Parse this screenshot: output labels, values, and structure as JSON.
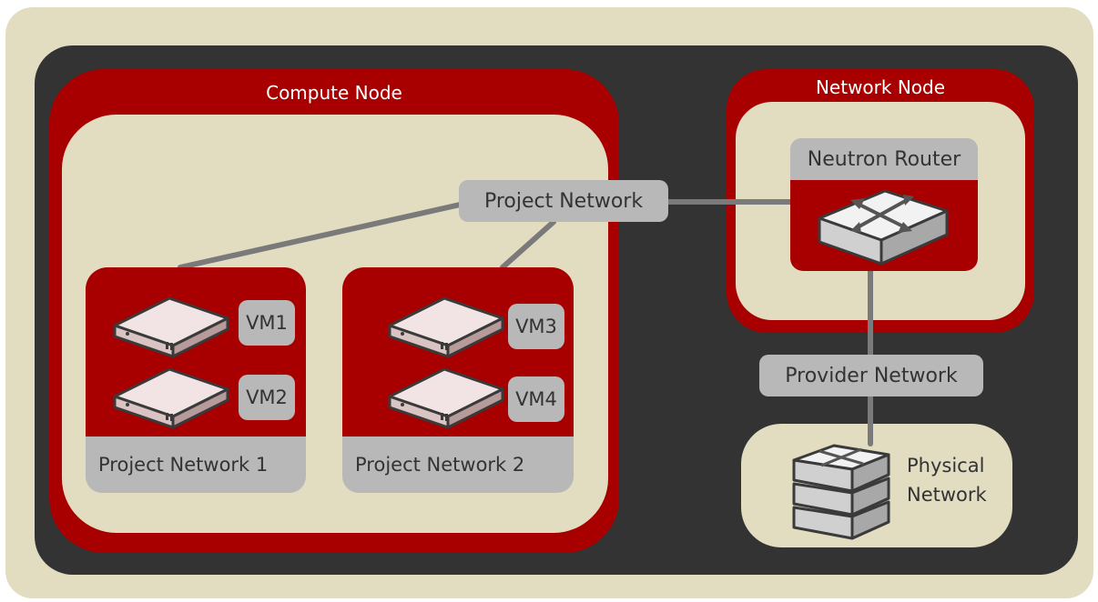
{
  "compute_node": {
    "title": "Compute Node",
    "project_network": "Project Network",
    "groups": [
      {
        "label": "Project Network 1",
        "vms": [
          "VM1",
          "VM2"
        ]
      },
      {
        "label": "Project Network 2",
        "vms": [
          "VM3",
          "VM4"
        ]
      }
    ]
  },
  "network_node": {
    "title": "Network Node",
    "router": "Neutron Router"
  },
  "provider_network": "Provider Network",
  "physical_network": {
    "line1": "Physical",
    "line2": "Network"
  },
  "colors": {
    "background_cream": "#e2dcc1",
    "frame_dark": "#333333",
    "node_red": "#a80000",
    "label_gray": "#b8b8b8"
  }
}
